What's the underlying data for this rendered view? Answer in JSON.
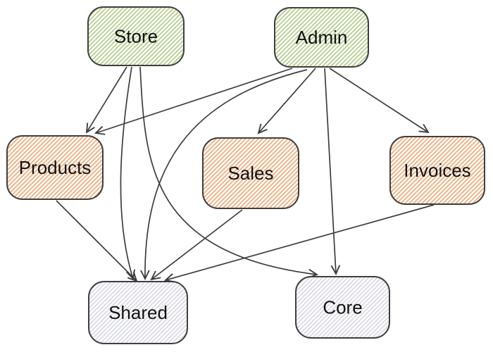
{
  "diagram": {
    "type": "dependency-graph",
    "nodes": [
      {
        "id": "store",
        "label": "Store",
        "category": "app"
      },
      {
        "id": "admin",
        "label": "Admin",
        "category": "app"
      },
      {
        "id": "products",
        "label": "Products",
        "category": "feature"
      },
      {
        "id": "sales",
        "label": "Sales",
        "category": "feature"
      },
      {
        "id": "invoices",
        "label": "Invoices",
        "category": "feature"
      },
      {
        "id": "shared",
        "label": "Shared",
        "category": "util"
      },
      {
        "id": "core",
        "label": "Core",
        "category": "util"
      }
    ],
    "edges": [
      {
        "from": "store",
        "to": "products"
      },
      {
        "from": "store",
        "to": "shared"
      },
      {
        "from": "store",
        "to": "core"
      },
      {
        "from": "admin",
        "to": "products"
      },
      {
        "from": "admin",
        "to": "sales"
      },
      {
        "from": "admin",
        "to": "invoices"
      },
      {
        "from": "admin",
        "to": "shared"
      },
      {
        "from": "admin",
        "to": "core"
      },
      {
        "from": "products",
        "to": "shared"
      },
      {
        "from": "sales",
        "to": "shared"
      },
      {
        "from": "invoices",
        "to": "shared"
      }
    ],
    "colors": {
      "app_stripe": "#b7cd8e",
      "feature_stripe": "#f0ae7e",
      "util_stripe": "#d9dae2",
      "node_fill": "#ffffff",
      "node_border": "#3f3f3f",
      "edge": "#3d3d3d",
      "label": "#111111",
      "background": "#ffffff"
    }
  }
}
